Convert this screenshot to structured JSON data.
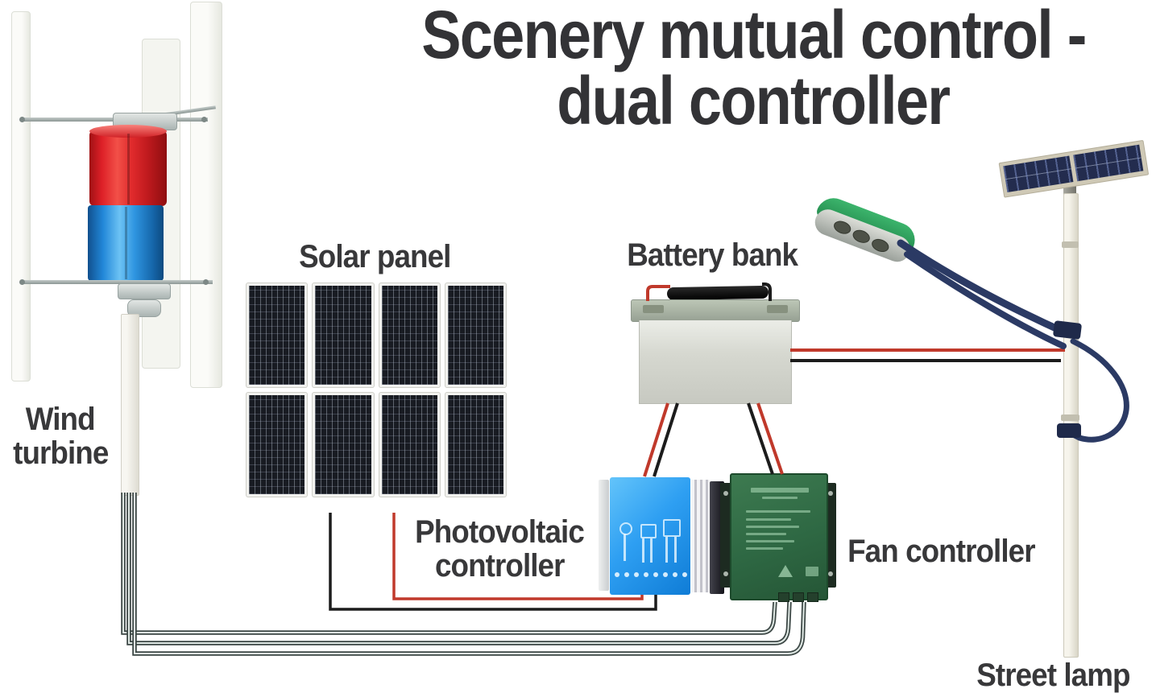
{
  "title": {
    "line1": "Scenery mutual control -",
    "line2": "dual controller"
  },
  "labels": {
    "wind_line1": "Wind",
    "wind_line2": "turbine",
    "solar": "Solar panel",
    "battery": "Battery bank",
    "pv_line1": "Photovoltaic",
    "pv_line2": "controller",
    "fan": "Fan controller",
    "street": "Street lamp"
  },
  "diagram": {
    "type": "wiring-diagram",
    "components": [
      "wind-turbine",
      "solar-panel-array",
      "battery-bank",
      "photovoltaic-controller",
      "fan-controller",
      "street-lamp"
    ],
    "connections": [
      {
        "from": "wind-turbine",
        "to": "fan-controller",
        "wires": 3,
        "color": "#3c4745"
      },
      {
        "from": "solar-panel-array",
        "to": "photovoltaic-controller",
        "wires": 2,
        "colors": [
          "#c0392b",
          "#1c1c1c"
        ]
      },
      {
        "from": "battery-bank",
        "to": "photovoltaic-controller",
        "wires": 2,
        "colors": [
          "#c0392b",
          "#1c1c1c"
        ]
      },
      {
        "from": "battery-bank",
        "to": "fan-controller",
        "wires": 2,
        "colors": [
          "#c0392b",
          "#1c1c1c"
        ]
      },
      {
        "from": "battery-bank",
        "to": "street-lamp",
        "wires": 2,
        "colors": [
          "#c0392b",
          "#1c1c1c"
        ]
      }
    ],
    "colors": {
      "wire_positive": "#c0392b",
      "wire_negative": "#1c1c1c",
      "wire_turbine": "#3c4745",
      "turbine_rotor_red": "#e02a2c",
      "turbine_rotor_blue": "#2f9ce8",
      "pv_controller_blue": "#2e9ff2",
      "fan_controller_green": "#2e6843",
      "lamp_head_green": "#2f9e5c",
      "lamp_arm_navy": "#2b3a64",
      "battery_gray": "#d6d8d0",
      "text": "#38383a"
    }
  }
}
